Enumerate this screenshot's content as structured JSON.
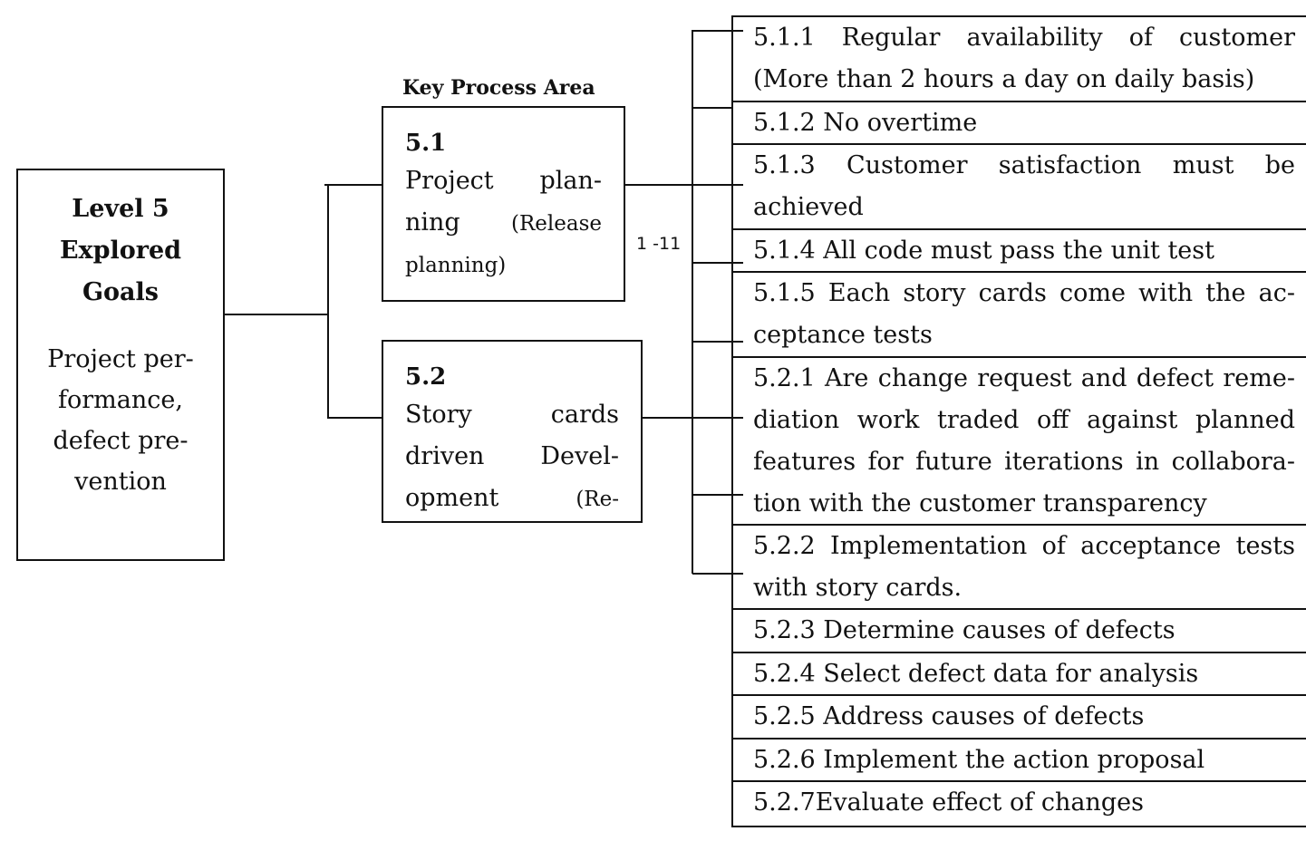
{
  "level": {
    "title_lines": [
      "Level 5",
      "Explored",
      "Goals"
    ],
    "description": "Project per-formance, defect pre-vention"
  },
  "kpa_label": "Key Process Area",
  "kpa1": {
    "number": "5.1",
    "name_main": "Project plan-ning",
    "name_paren": "(Release",
    "name_tail": "planning)"
  },
  "kpa2": {
    "number": "5.2",
    "name_main": "Story cards driven Devel-opment",
    "name_paren": "(Re-"
  },
  "range_label": "1 -11",
  "goals": [
    {
      "text": "5.1.1 Regular availability of customer (More than 2 hours a day on daily basis)",
      "lines": 2
    },
    {
      "text": "5.1.2 No overtime",
      "lines": 1
    },
    {
      "text": "5.1.3 Customer satisfaction must be achieved",
      "lines": 2
    },
    {
      "text": "5.1.4 All code must pass the unit test",
      "lines": 1
    },
    {
      "text": "5.1.5 Each story cards come with the ac-ceptance tests",
      "lines": 2
    },
    {
      "text": "5.2.1 Are change request and defect reme-diation work traded off against planned features for future iterations in collabora-tion with the customer transparency",
      "lines": 4
    },
    {
      "text": "5.2.2 Implementation of acceptance tests with story cards.",
      "lines": 2
    },
    {
      "text": "5.2.3 Determine causes of defects",
      "lines": 1
    },
    {
      "text": "5.2.4 Select defect data for analysis",
      "lines": 1
    },
    {
      "text": "5.2.5 Address causes of defects",
      "lines": 1
    },
    {
      "text": "5.2.6 Implement the action proposal",
      "lines": 1
    },
    {
      "text": "5.2.7Evaluate effect of changes",
      "lines": 1
    }
  ]
}
